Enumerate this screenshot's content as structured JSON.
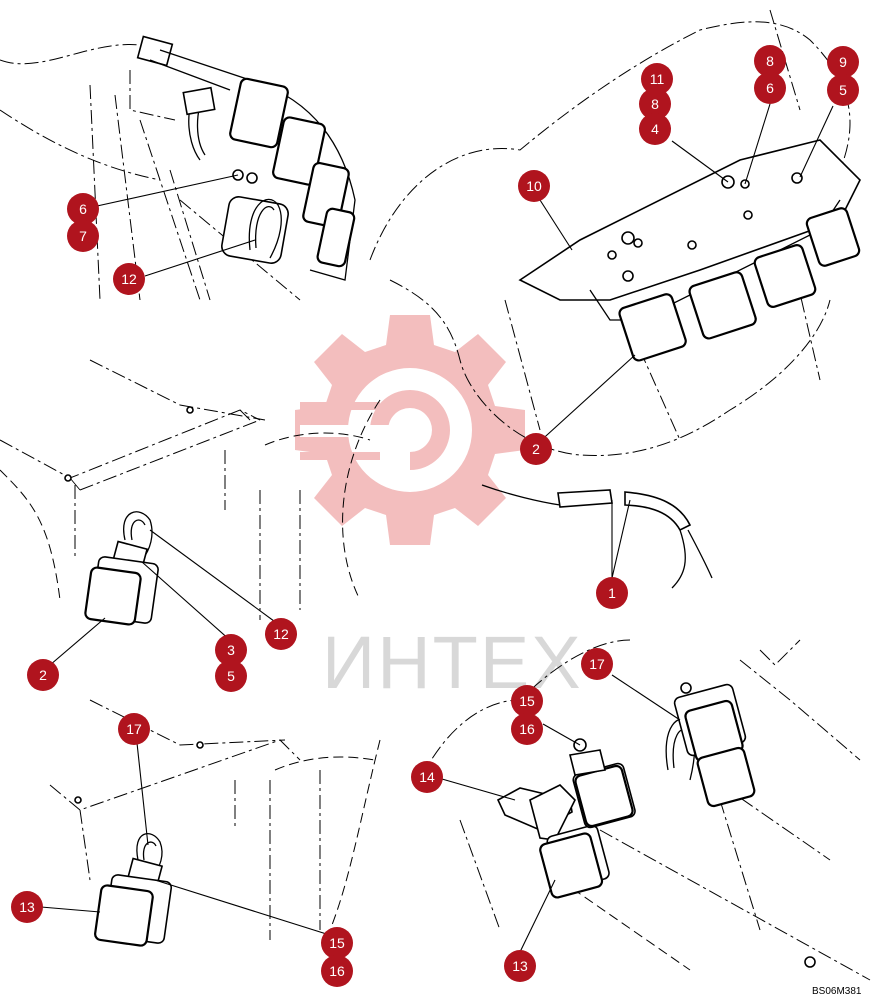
{
  "watermark": {
    "text": "ИНТЕХ",
    "color": "#f1b3b3"
  },
  "drawing_code": "BS06M381",
  "callout_color": "#b0141e",
  "callouts": [
    {
      "label": "11"
    },
    {
      "label": "8"
    },
    {
      "label": "4"
    },
    {
      "label": "8"
    },
    {
      "label": "6"
    },
    {
      "label": "9"
    },
    {
      "label": "5"
    },
    {
      "label": "10"
    },
    {
      "label": "6"
    },
    {
      "label": "7"
    },
    {
      "label": "12"
    },
    {
      "label": "2"
    },
    {
      "label": "1"
    },
    {
      "label": "12"
    },
    {
      "label": "3"
    },
    {
      "label": "5"
    },
    {
      "label": "2"
    },
    {
      "label": "17"
    },
    {
      "label": "13"
    },
    {
      "label": "15"
    },
    {
      "label": "16"
    },
    {
      "label": "17"
    },
    {
      "label": "15"
    },
    {
      "label": "16"
    },
    {
      "label": "14"
    },
    {
      "label": "13"
    }
  ]
}
